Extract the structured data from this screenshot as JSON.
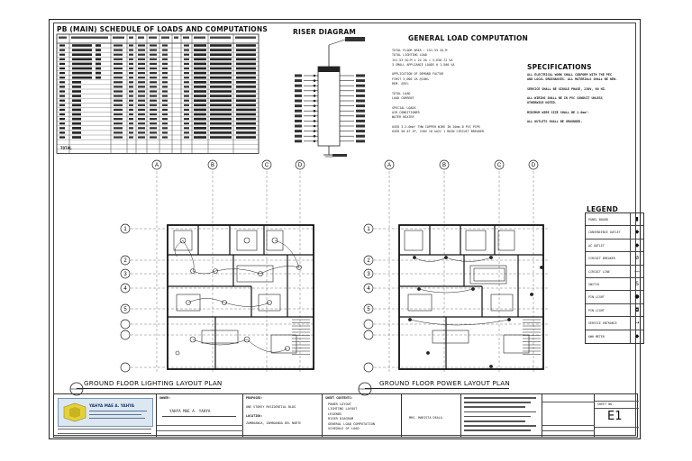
{
  "schedule": {
    "title": "PB (MAIN) SCHEDULE OF LOADS AND COMPUTATIONS",
    "total_label": "TOTAL"
  },
  "riser": {
    "title": "RISER DIAGRAM"
  },
  "general": {
    "title": "GENERAL LOAD COMPUTATION",
    "lines": [
      "TOTAL FLOOR AREA  : 151.53 SQ.M",
      "TOTAL LIGHTING LOAD",
      "151.53 SQ.M x 24 VA        = 3,636.72 VA",
      "3 SMALL APPLIANCE LOADS @ 1,500 VA",
      "",
      "APPLICATION OF DEMAND FACTOR",
      "FIRST 3,000 VA @100%",
      "REM. @35%",
      "",
      "TOTAL LOAD",
      "LOAD CURRENT",
      "",
      "SPECIAL LOADS",
      "AIR CONDITIONER",
      "WATER HEATER",
      "",
      "USED 3-2.0mm² THW COPPER WIRE IN 20mm Ø PVC PIPE",
      "USED 50 AT 2P, 230V 10 kAIC 1 MAIN CIRCUIT BREAKER"
    ]
  },
  "specs": {
    "title": "SPECIFICATIONS",
    "lines": [
      "ALL ELECTRICAL WORK SHALL CONFORM WITH THE PEC",
      "AND LOCAL ORDINANCES. ALL MATERIALS SHALL BE NEW.",
      "",
      "SERVICE SHALL BE SINGLE PHASE, 230V, 60 HZ.",
      "",
      "ALL WIRING SHALL BE IN PVC CONDUIT UNLESS",
      "OTHERWISE NOTED.",
      "",
      "MINIMUM WIRE SIZE SHALL BE 2.0mm².",
      "",
      "ALL OUTLETS SHALL BE GROUNDED."
    ]
  },
  "plans": {
    "lighting_title": "GROUND FLOOR LIGHTING LAYOUT PLAN",
    "power_title": "GROUND FLOOR POWER LAYOUT PLAN",
    "grid_letters": [
      "A",
      "B",
      "C",
      "D"
    ],
    "grid_numbers": [
      "1",
      "2",
      "3",
      "4",
      "5"
    ]
  },
  "legend": {
    "title": "LEGEND",
    "items": [
      {
        "label": "PANEL BOARD",
        "symbol": "▮"
      },
      {
        "label": "CONVENIENCE OUTLET",
        "symbol": "◆"
      },
      {
        "label": "AC OUTLET",
        "symbol": "◆"
      },
      {
        "label": "CIRCUIT BREAKER",
        "symbol": "⊘"
      },
      {
        "label": "CIRCUIT LINE",
        "symbol": "—"
      },
      {
        "label": "SWITCH",
        "symbol": "S"
      },
      {
        "label": "PIN LIGHT",
        "symbol": "●"
      },
      {
        "label": "PIN LIGHT",
        "symbol": "◘"
      },
      {
        "label": "SERVICE ENTRANCE",
        "symbol": "⇢"
      },
      {
        "label": "KWH METER",
        "symbol": "◆"
      }
    ]
  },
  "title_block": {
    "logo_text": "YAHYA MAE A. YAHYA",
    "owner_label": "OWNER:",
    "owner_name": "YAHYA MAE A. YAHYA",
    "proposed_label": "PROPOSED:",
    "proposed_value": "ONE STOREY RESIDENTIAL BLDG",
    "location_label": "LOCATION:",
    "location_value": "ZAMBOANGA, ZAMBOANGA DEL NORTE",
    "sheet_contents_label": "SHEET CONTENTS:",
    "sheet_contents": [
      "POWER LAYOUT",
      "LIGHTING LAYOUT",
      "LEGENDS",
      "RISER DIAGRAM",
      "GENERAL LOAD COMPUTATION",
      "SCHEDULE OF LOAD"
    ],
    "signature_name": "MRS. MARISTA DEALA",
    "sheet_label": "SHEET NO.",
    "sheet_number": "E1"
  }
}
